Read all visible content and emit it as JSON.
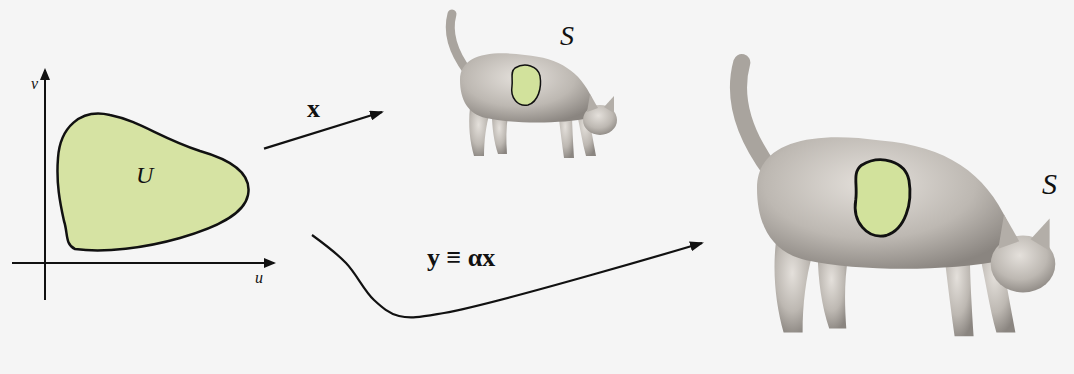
{
  "diagram": {
    "nodes": [
      {
        "text": [
          "U"
        ]
      },
      {
        "text": [
          "S"
        ]
      },
      {
        "text": [
          "S"
        ]
      }
    ],
    "edges": [
      {
        "from": 0,
        "to": 1,
        "arrow": "to",
        "label": "x"
      },
      {
        "from": 0,
        "to": 2,
        "arrow": "to",
        "label": "y ≡ αx"
      }
    ],
    "labels": [
      "v",
      "u"
    ]
  }
}
